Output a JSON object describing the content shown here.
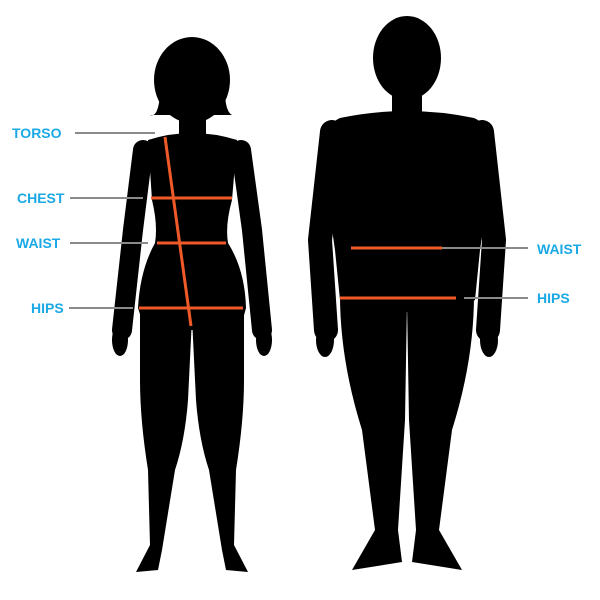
{
  "colors": {
    "label": "#1ba9e6",
    "measure_line": "#f05a28",
    "pointer": "#8a8a8a",
    "silhouette": "#000000"
  },
  "female": {
    "labels": {
      "torso": "TORSO",
      "chest": "CHEST",
      "waist": "WAIST",
      "hips": "HIPS"
    }
  },
  "male": {
    "labels": {
      "waist": "WAIST",
      "hips": "HIPS"
    }
  }
}
